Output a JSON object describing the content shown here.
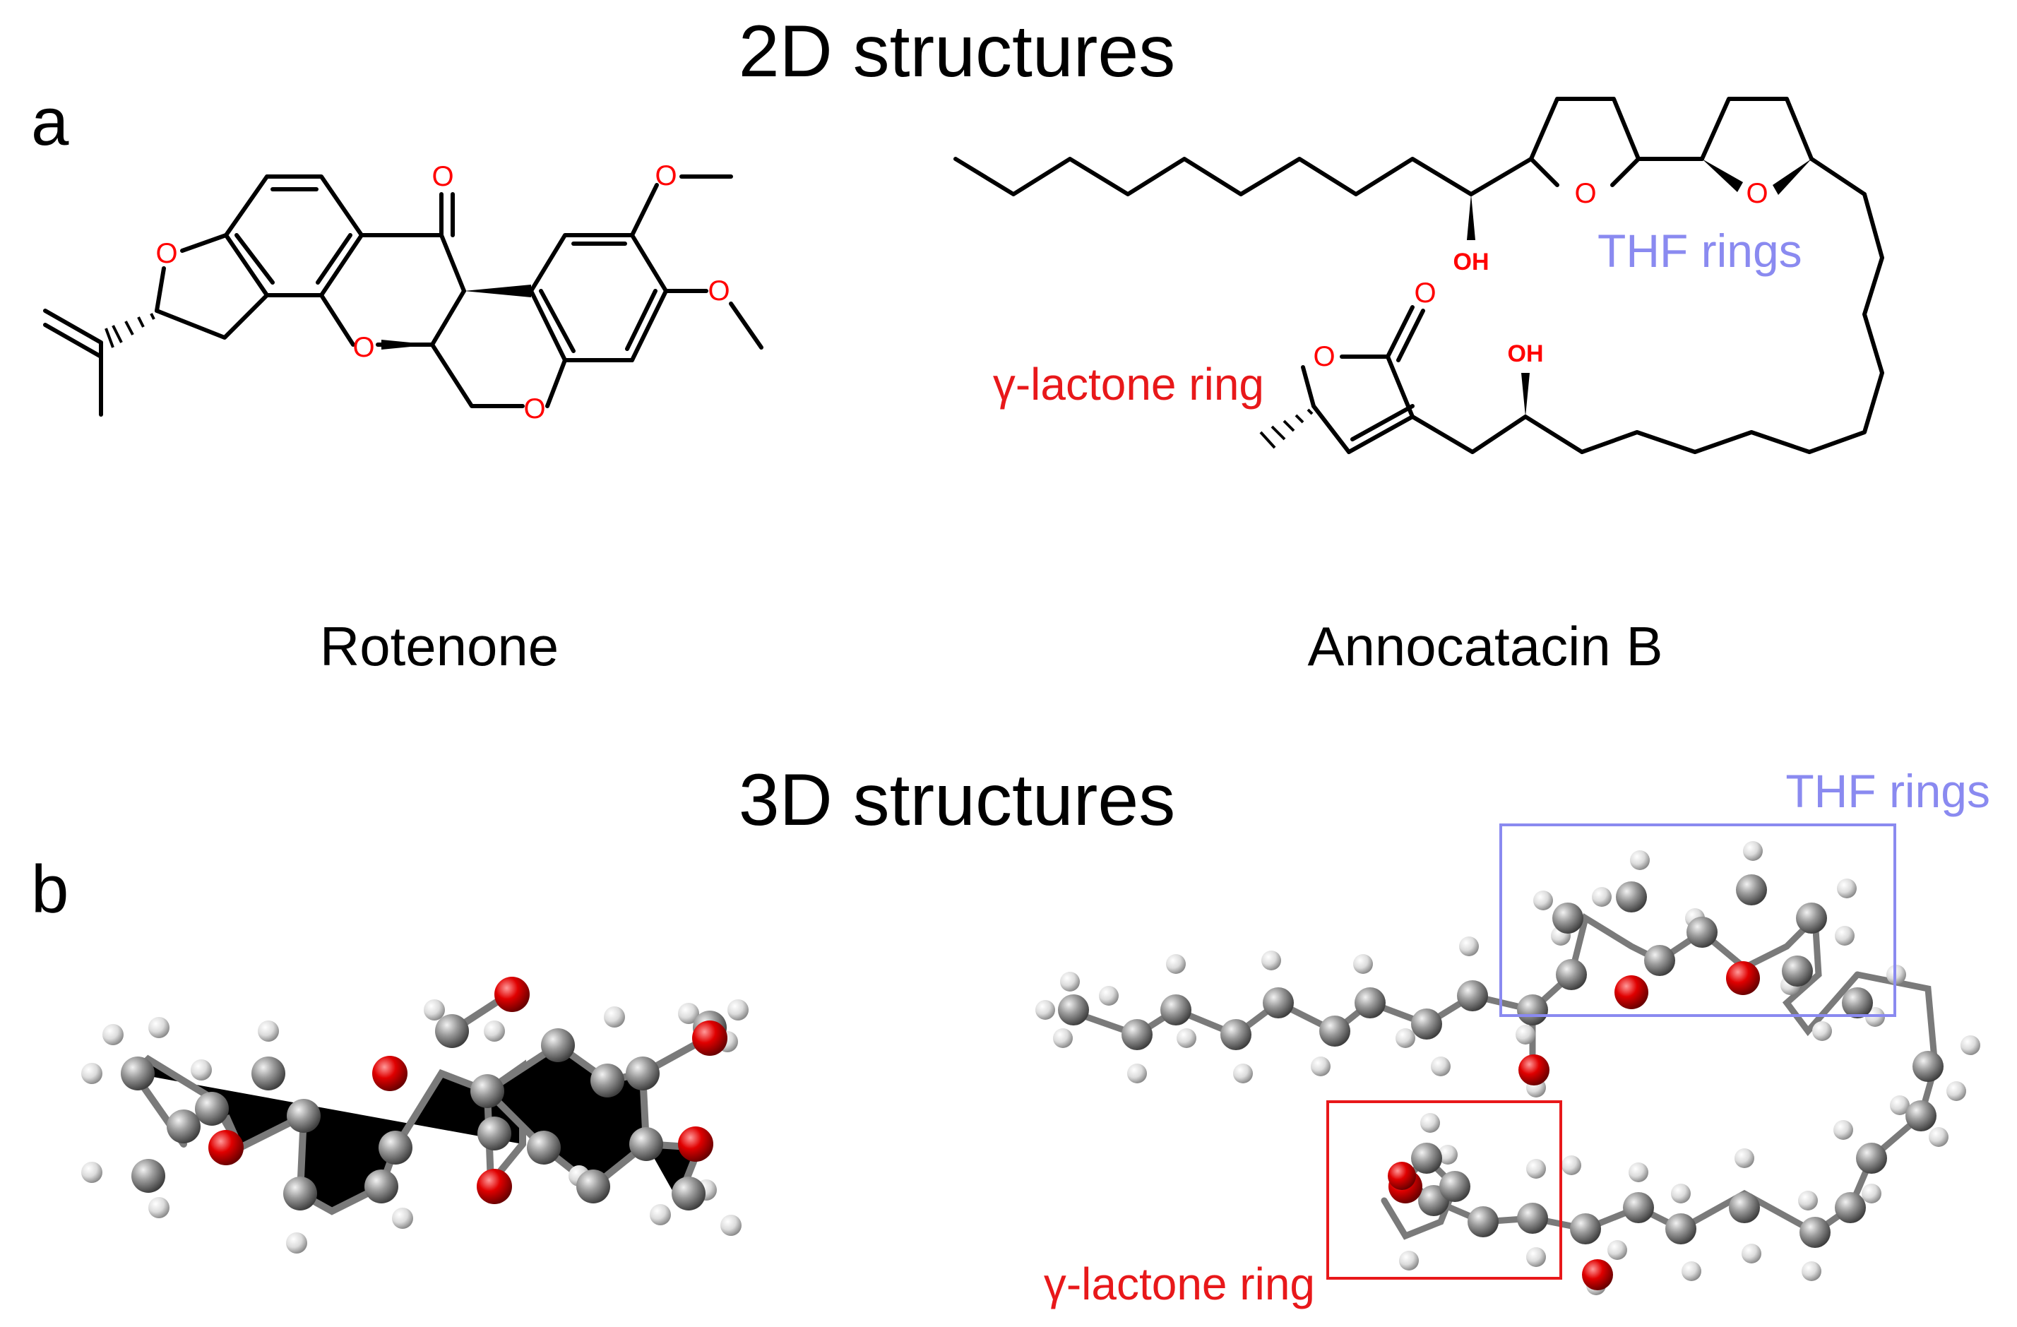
{
  "section_titles": {
    "top": "2D structures",
    "bottom": "3D structures"
  },
  "panel_labels": {
    "a": "a",
    "b": "b"
  },
  "compound_names": {
    "left": "Rotenone",
    "right": "Annocatacin B"
  },
  "annotations": {
    "thf_rings": "THF rings",
    "lactone_ring": "γ-lactone ring"
  },
  "atom_labels": {
    "oxygen": "O",
    "hydroxyl": "OH"
  },
  "colors": {
    "heteroatom_red": "#ff0000",
    "thf_annotation": "#8a8af0",
    "lactone_annotation": "#e8181a",
    "carbon_grey": "#8a8a8a",
    "hydrogen_white": "#ededed",
    "oxygen_ball": "#d20000"
  }
}
